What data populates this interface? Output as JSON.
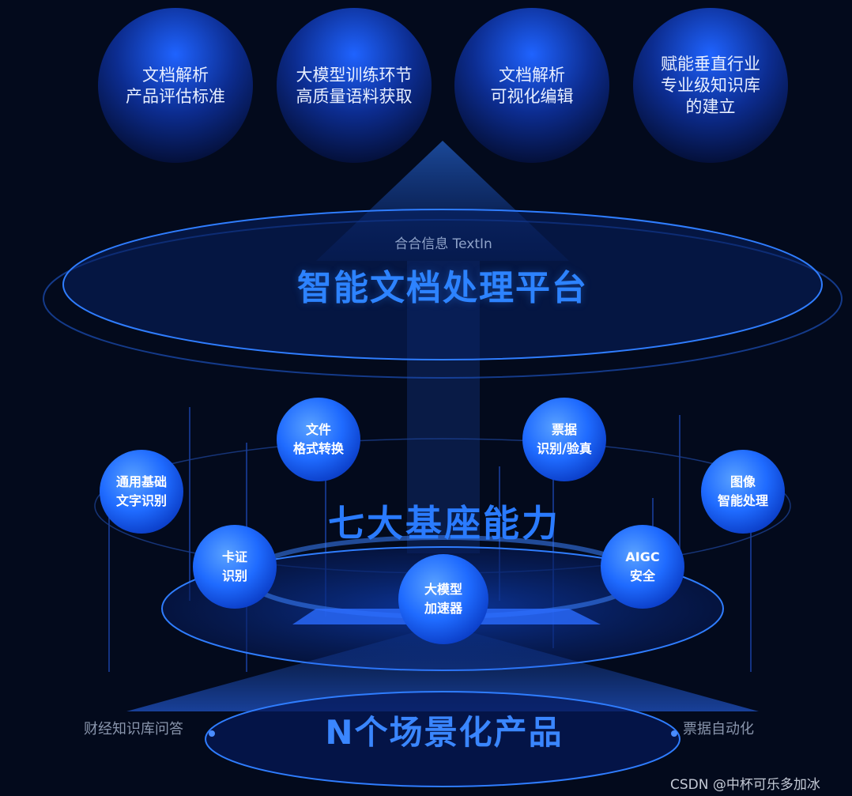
{
  "top_circles": [
    {
      "label": "文档解析\n产品评估标准"
    },
    {
      "label": "大模型训练环节\n高质量语料获取"
    },
    {
      "label": "文档解析\n可视化编辑"
    },
    {
      "label": "赋能垂直行业\n专业级知识库\n的建立"
    }
  ],
  "platform": {
    "brand": "合合信息 TextIn",
    "title": "智能文档处理平台"
  },
  "base": {
    "title": "七大基座能力",
    "capabilities": [
      {
        "label": "文件\n格式转换"
      },
      {
        "label": "票据\n识别/验真"
      },
      {
        "label": "通用基础\n文字识别"
      },
      {
        "label": "图像\n智能处理"
      },
      {
        "label": "卡证\n识别"
      },
      {
        "label": "AIGC\n安全"
      },
      {
        "label": "大模型\n加速器"
      }
    ]
  },
  "products": {
    "title": "N个场景化产品",
    "left_label": "财经知识库问答",
    "right_label": "票据自动化"
  },
  "watermark": "CSDN @中杯可乐多加冰",
  "colors": {
    "background": "#030a1c",
    "accent": "#2d83ff",
    "circle_glow": "#1f6bff"
  }
}
